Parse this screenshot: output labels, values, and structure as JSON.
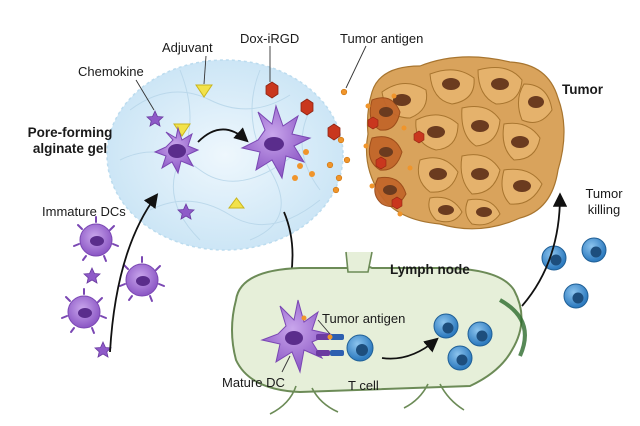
{
  "labels": {
    "adjuvant": "Adjuvant",
    "dox_irgd": "Dox-iRGD",
    "tumor_antigen_top": "Tumor antigen",
    "chemokine": "Chemokine",
    "tumor": "Tumor",
    "gel_line1": "Pore-forming",
    "gel_line2": "alginate gel",
    "immature_dcs": "Immature DCs",
    "tumor_killing_line1": "Tumor",
    "tumor_killing_line2": "killing",
    "lymph_node": "Lymph node",
    "tumor_antigen_node": "Tumor antigen",
    "mature_dc": "Mature DC",
    "t_cell": "T cell"
  },
  "colors": {
    "gel": "#d6ecf8",
    "dc_purple": "#9c6ad2",
    "dc_nucleus": "#5a2d8c",
    "tumor_cell": "#d9a35c",
    "tumor_nucleus": "#6b3b1f",
    "dox_red": "#c9371e",
    "antigen_orange": "#f0952b",
    "adjuvant_yellow": "#f2e24a",
    "lymph_fill": "#e6efd9",
    "lymph_border": "#6c8b57",
    "t_cell_blue": "#3d8fd1"
  }
}
